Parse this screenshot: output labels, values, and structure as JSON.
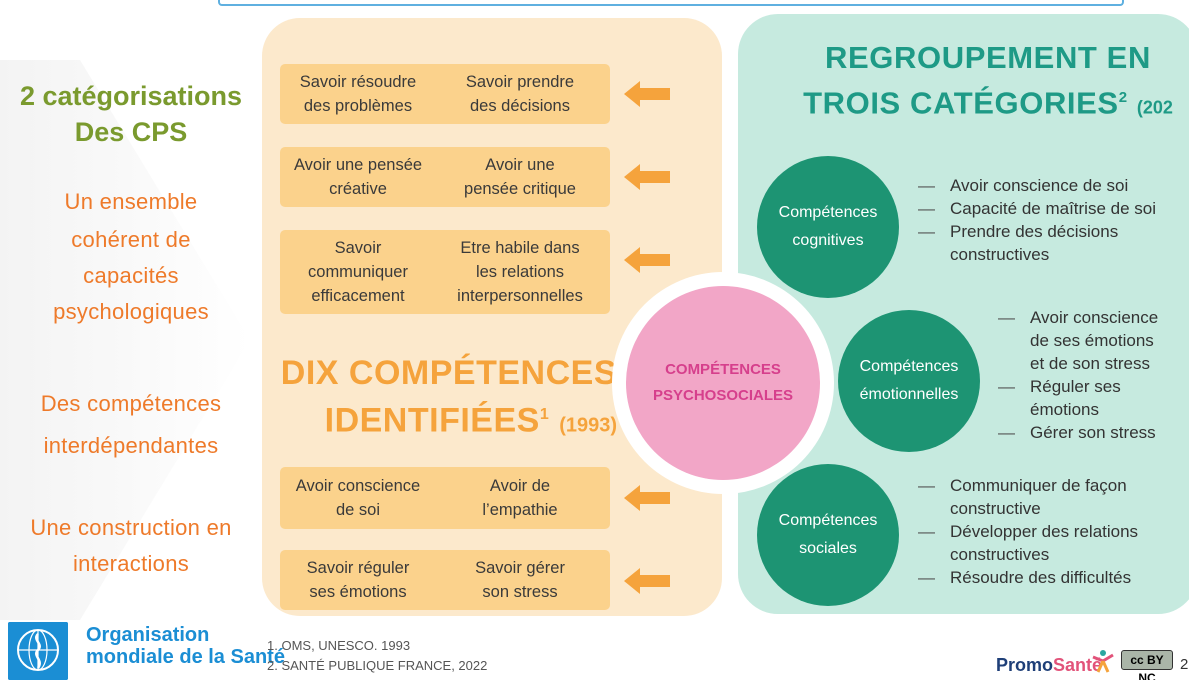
{
  "left": {
    "title_line1": "2 catégorisations",
    "title_line2": "Des CPS",
    "items": [
      "Un ensemble",
      "cohérent de",
      "capacités",
      "psychologiques",
      "Des compétences",
      "interdépendantes",
      "Une construction en",
      "interactions"
    ]
  },
  "dix": {
    "title_line1": "DIX COMPÉTENCES",
    "title_line2": "IDENTIFIÉES",
    "superscript": "1",
    "year": "(1993)",
    "top_boxes": [
      {
        "a": "Savoir résoudre\ndes problèmes",
        "b": "Savoir prendre\ndes décisions"
      },
      {
        "a": "Avoir une pensée\ncréative",
        "b": "Avoir une\npensée critique"
      },
      {
        "a": "Savoir\ncommuniquer\nefficacement",
        "b": "Etre habile dans\nles relations\ninterpersonnelles"
      }
    ],
    "bottom_boxes": [
      {
        "a": "Avoir conscience\nde soi",
        "b": "Avoir de\nl’empathie"
      },
      {
        "a": "Savoir réguler\nses émotions",
        "b": "Savoir gérer\nson stress"
      }
    ]
  },
  "center": {
    "label": "COMPÉTENCES\nPSYCHOSOCIALES"
  },
  "regroupement": {
    "title_line1": "REGROUPEMENT EN",
    "title_line2": "TROIS CATÉGORIES",
    "superscript": "2",
    "year": "(202",
    "categories": [
      {
        "label": "Compétences\ncognitives",
        "items": [
          "Avoir conscience de soi",
          "Capacité de maîtrise de soi",
          "Prendre des décisions\nconstructives"
        ]
      },
      {
        "label": "Compétences\némotionnelles",
        "items": [
          "Avoir conscience\nde ses émotions\net de son stress",
          "Réguler ses\némotions",
          "Gérer son stress"
        ]
      },
      {
        "label": "Compétences\nsociales",
        "items": [
          "Communiquer de façon\nconstructive",
          "Développer des relations\nconstructives",
          "Résoudre des difficultés"
        ]
      }
    ]
  },
  "footer": {
    "who_text": "Organisation\nmondiale de la Santé",
    "refs": "1. OMS, UNESCO. 1993\n2. SANTÉ PUBLIQUE FRANCE, 2022",
    "promo_part1": "Promo",
    "promo_part2": "Santé",
    "cc_label": "cc BY NC",
    "page": "2"
  },
  "colors": {
    "green_title": "#7a9a2e",
    "orange_text": "#ee7a2a",
    "orange_panel": "#fce9cc",
    "skill_box": "#fbd28c",
    "arrow": "#f5a33c",
    "teal_panel": "#c6eadf",
    "teal_circle": "#1d9473",
    "pink_circle": "#f2a6c7",
    "pink_text": "#d63f8c"
  }
}
